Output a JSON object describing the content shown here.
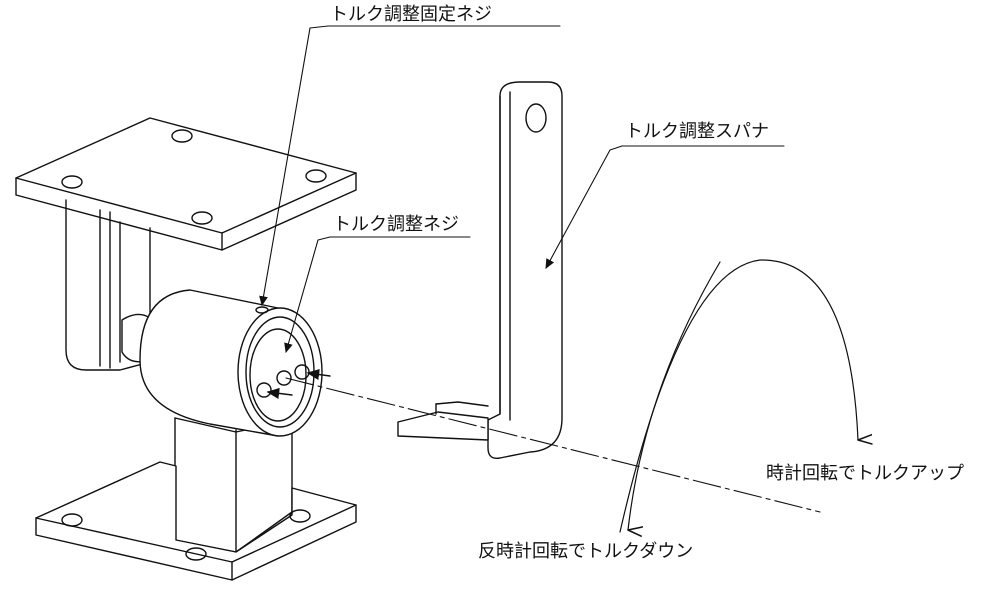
{
  "labels": {
    "torque_fix_screw": "トルク調整固定ネジ",
    "torque_adjust_screw": "トルク調整ネジ",
    "torque_spanner": "トルク調整スパナ",
    "clockwise": "時計回転でトルクアップ",
    "counterclockwise": "反時計回転でトルクダウン"
  },
  "colors": {
    "line": "#111111",
    "background": "#ffffff"
  }
}
